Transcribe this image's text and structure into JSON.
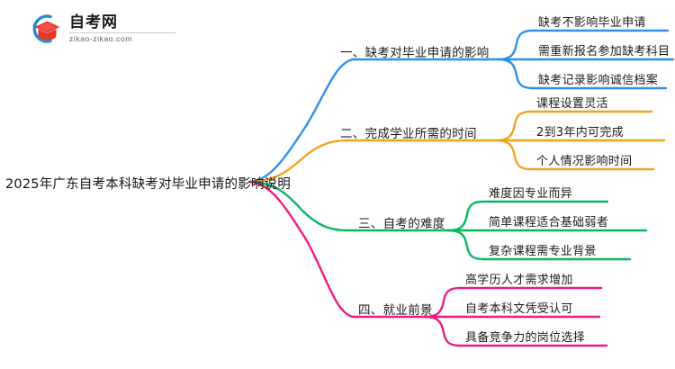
{
  "logo": {
    "name_cn": "自考网",
    "domain": "zikao-zikao.com",
    "mark_icon": "graduation-cap-icon",
    "arc_color": "#1E8FD5",
    "cap_color": "#E8342A"
  },
  "mindmap": {
    "root": {
      "label": "2025年广东自考本科缺考对毕业申请的影响说明"
    },
    "branches": [
      {
        "index": "1",
        "color": "#2E90E8",
        "label": "一、缺考对毕业申请的影响",
        "children": [
          "缺考不影响毕业申请",
          "需重新报名参加缺考科目",
          "缺考记录影响诚信档案"
        ]
      },
      {
        "index": "2",
        "color": "#F0A31E",
        "label": "二、完成学业所需的时间",
        "children": [
          "课程设置灵活",
          "2到3年内可完成",
          "个人情况影响时间"
        ]
      },
      {
        "index": "3",
        "color": "#07B761",
        "label": "三、自考的难度",
        "children": [
          "难度因专业而异",
          "简单课程适合基础弱者",
          "复杂课程需专业背景"
        ]
      },
      {
        "index": "4",
        "color": "#EC1C84",
        "label": "四、就业前景",
        "children": [
          "高学历人才需求增加",
          "自考本科文凭受认可",
          "具备竞争力的岗位选择"
        ]
      }
    ]
  }
}
